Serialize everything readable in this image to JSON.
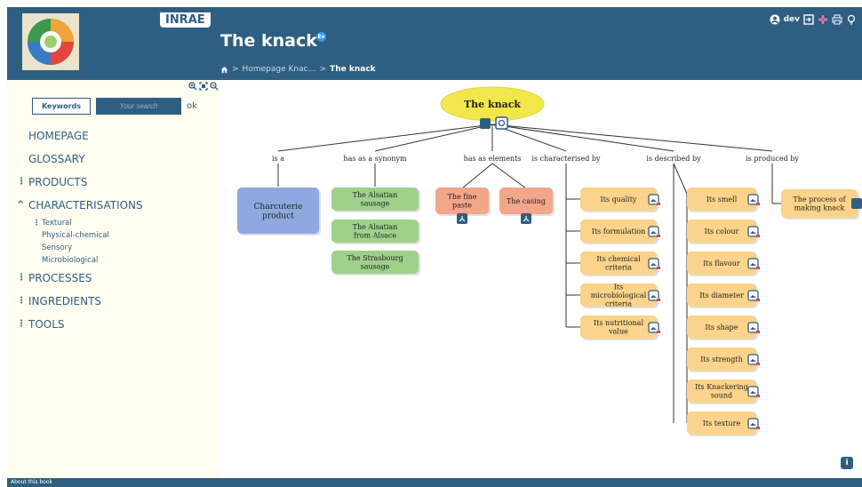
{
  "header": {
    "brand": "INRAE",
    "title": "The knack",
    "badge": "Ev",
    "breadcrumb": {
      "home_icon": "home-icon",
      "items": [
        "Homepage Knac…",
        "The knack"
      ]
    },
    "user": "dev",
    "icons": [
      "user-icon",
      "logout-icon",
      "uk-flag-icon",
      "print-icon",
      "bulb-icon"
    ]
  },
  "sidebar": {
    "zoom_icons": [
      "zoom-in-icon",
      "fit-screen-icon",
      "zoom-out-icon"
    ],
    "keywords_label": "Keywords",
    "search_placeholder": "Your search",
    "ok_label": "ok",
    "items": [
      {
        "label": "HOMEPAGE",
        "marker": ""
      },
      {
        "label": "GLOSSARY",
        "marker": ""
      },
      {
        "label": "PRODUCTS",
        "marker": "⋮"
      },
      {
        "label": "CHARACTERISATIONS",
        "marker": "^"
      },
      {
        "label": "PROCESSES",
        "marker": "⋮"
      },
      {
        "label": "INGREDIENTS",
        "marker": "⋮"
      },
      {
        "label": "TOOLS",
        "marker": "⋮"
      }
    ],
    "sub_items": [
      "Textural",
      "Physical-chemical",
      "Sensory",
      "Microbiological"
    ]
  },
  "map": {
    "root": "The knack",
    "relations": [
      "is a",
      "has as a synonym",
      "has as elements",
      "is characterised by",
      "is described by",
      "is produced by"
    ],
    "is_a": [
      "Charcuterie",
      "product"
    ],
    "synonyms": [
      [
        "The Alsatian",
        "sausage"
      ],
      [
        "The Alsatian",
        "from Alsace"
      ],
      [
        "The Strasbourg",
        "sausage"
      ]
    ],
    "elements": [
      [
        "The fine",
        "paste"
      ],
      [
        "The casing"
      ]
    ],
    "characterised": [
      [
        "Its quality"
      ],
      [
        "Its formulation"
      ],
      [
        "Its chemical",
        "criteria"
      ],
      [
        "Its",
        "microbiological",
        "criteria"
      ],
      [
        "Its nutritional",
        "value"
      ]
    ],
    "described": [
      [
        "Its smell"
      ],
      [
        "Its colour"
      ],
      [
        "Its flavour"
      ],
      [
        "Its diameter"
      ],
      [
        "Its shape"
      ],
      [
        "Its strength"
      ],
      [
        "Its Knackering",
        "sound"
      ],
      [
        "Its texture"
      ]
    ],
    "produced": [
      [
        "The process of",
        "making knack"
      ]
    ]
  },
  "footer": {
    "about": "About this book",
    "info_icon": "info-icon"
  },
  "colors": {
    "header": "#2e5f82",
    "sidebar_bg": "#fffdf0",
    "root": "#f2e74a",
    "product": "#8fa8df",
    "synonym": "#9fd18b",
    "element": "#f2a68a",
    "attribute": "#fbd38a"
  }
}
